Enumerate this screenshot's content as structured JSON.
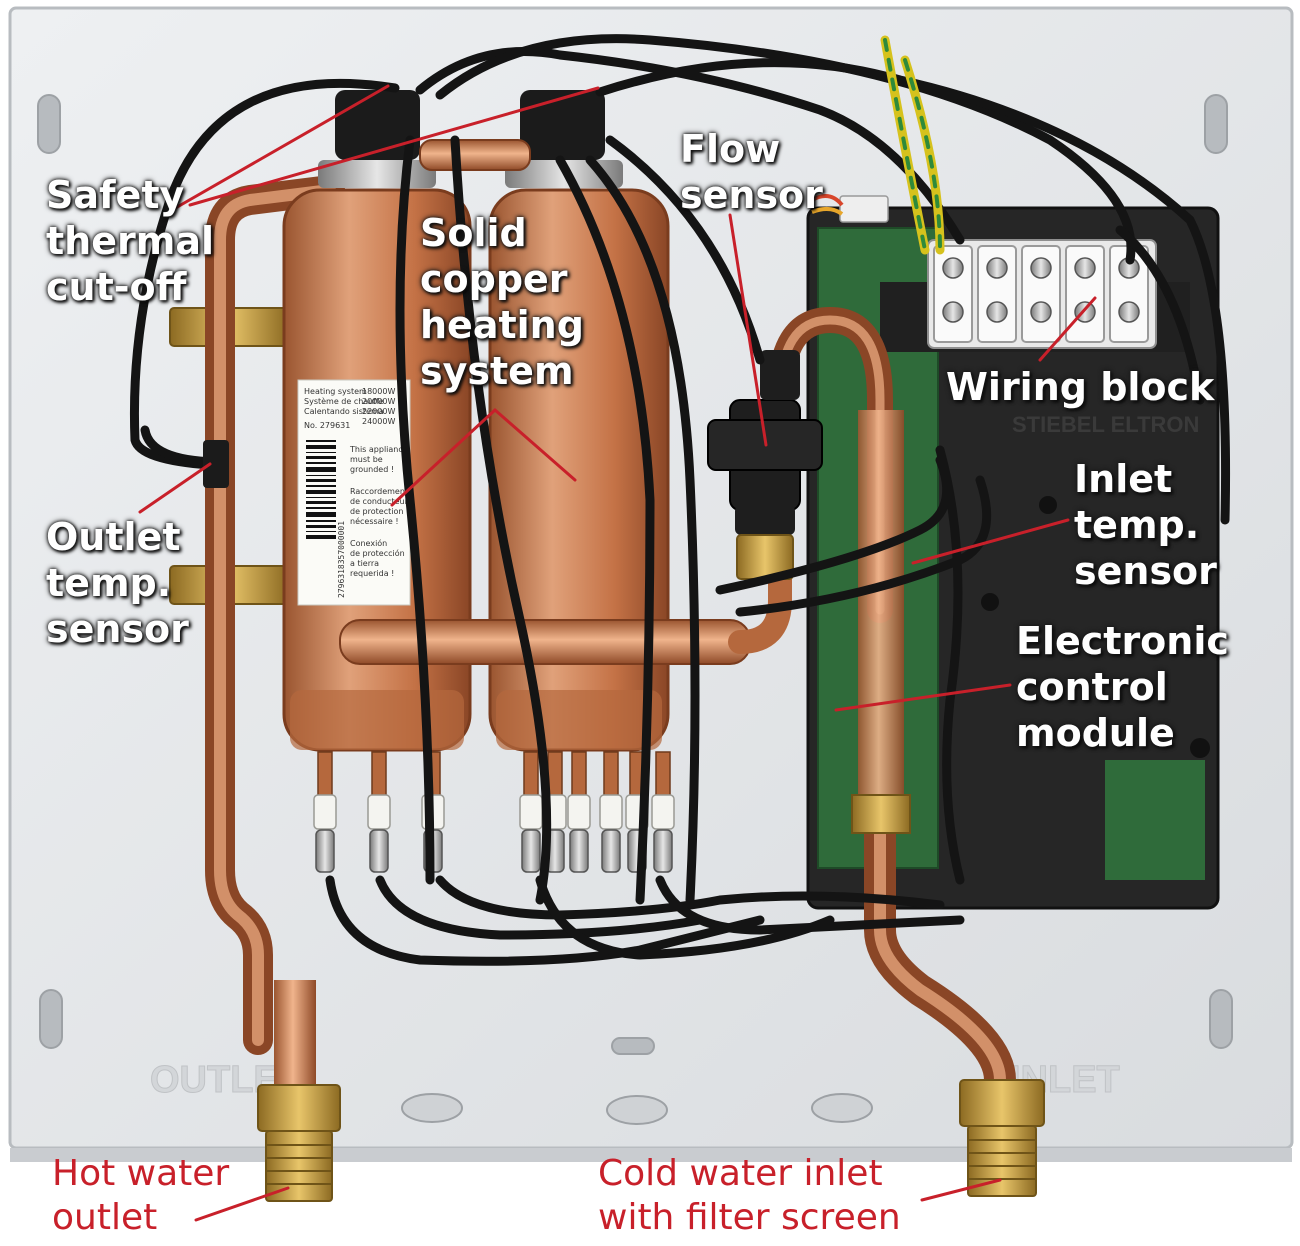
{
  "colors": {
    "panel": "#e4e6e8",
    "copper": "#c8774a",
    "copper_light": "#e3a27a",
    "copper_dark": "#8c4a2a",
    "brass": "#c9a24a",
    "cable": "#141414",
    "module": "#222222",
    "pcb": "#2f6b3a",
    "terminal": "#f2f2f2",
    "leader_line": "#c8202a",
    "label_text": "#ffffff",
    "caption_text": "#c8202a"
  },
  "labels": {
    "safety_cutoff": [
      "Safety",
      "thermal",
      "cut-off"
    ],
    "heating_system": [
      "Solid",
      "copper",
      "heating",
      "system"
    ],
    "flow_sensor": [
      "Flow",
      "sensor"
    ],
    "wiring_block": [
      "Wiring block"
    ],
    "inlet_sensor": [
      "Inlet",
      "temp.",
      "sensor"
    ],
    "control_module": [
      "Electronic",
      "control",
      "module"
    ],
    "outlet_sensor": [
      "Outlet",
      "temp.",
      "sensor"
    ],
    "hot_outlet": [
      "Hot water",
      "outlet"
    ],
    "cold_inlet": [
      "Cold water inlet",
      "with filter screen"
    ]
  },
  "panel_print": {
    "outlet": "OUTLET",
    "inlet": "INLET",
    "brand": "STIEBEL ELTRON"
  },
  "tank_sticker": {
    "lines": [
      "Heating system",
      "Système de chauffe",
      "Calentando sistema",
      "No. 279631"
    ],
    "wattages": [
      "18000W",
      "20000W",
      "22000W",
      "24000W"
    ],
    "warning": [
      "This appliance",
      "must be",
      "grounded !"
    ],
    "warning_fr": [
      "Raccordement",
      "de conducteur",
      "de protection",
      "nécessaire !"
    ],
    "warning_es": [
      "Conexión",
      "de protección",
      "a tierra",
      "requerida !"
    ],
    "barcode": "2796318357000001"
  }
}
